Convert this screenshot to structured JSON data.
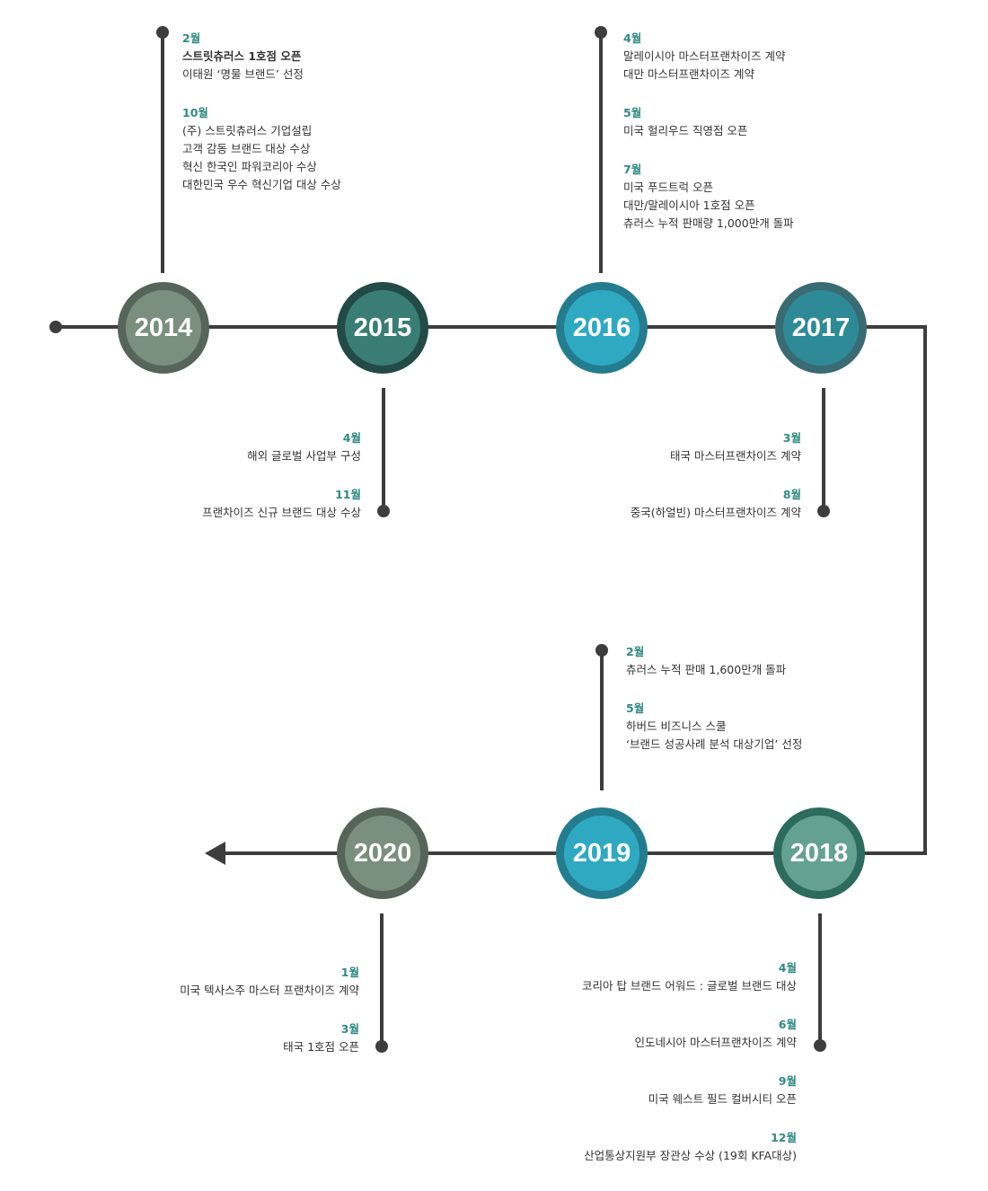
{
  "colors": {
    "line": "#3d3d3d",
    "month": "#2f8a82",
    "c2014_fill": "#7a8f7d",
    "c2014_ring": "#56655a",
    "c2015_fill": "#3a7d74",
    "c2015_ring": "#224a46",
    "c2016_fill": "#2fa9c1",
    "c2016_ring": "#237d8f",
    "c2017_fill": "#2d8a96",
    "c2017_ring": "#3a6b73",
    "c2018_fill": "#64a193",
    "c2018_ring": "#2d6b5e",
    "c2019_fill": "#2fa9c1",
    "c2019_ring": "#237d8f",
    "c2020_fill": "#7a8f7d",
    "c2020_ring": "#56655a"
  },
  "years": {
    "y2014": "2014",
    "y2015": "2015",
    "y2016": "2016",
    "y2017": "2017",
    "y2018": "2018",
    "y2019": "2019",
    "y2020": "2020"
  },
  "events": {
    "y2014": [
      {
        "month": "2월",
        "items": [
          "스트릿츄러스 1호점 오픈",
          "이태원 ‘명물 브랜드’ 선정"
        ]
      },
      {
        "month": "10월",
        "items": [
          "(주) 스트릿츄러스 기업설립",
          "고객 감동 브랜드 대상 수상",
          "혁신 한국인 파워코리아 수상",
          "대한민국 우수 혁신기업 대상 수상"
        ]
      }
    ],
    "y2015": [
      {
        "month": "4월",
        "items": [
          "해외 글로벌 사업부 구성"
        ]
      },
      {
        "month": "11월",
        "items": [
          "프랜차이즈 신규 브랜드 대상 수상"
        ]
      }
    ],
    "y2016": [
      {
        "month": "4월",
        "items": [
          "말레이시아 마스터프랜차이즈 계약",
          "대만 마스터프랜차이즈 계약"
        ]
      },
      {
        "month": "5월",
        "items": [
          "미국 헐리우드 직영점 오픈"
        ]
      },
      {
        "month": "7월",
        "items": [
          "미국 푸드트럭 오픈",
          "대만/말레이시아 1호점 오픈",
          "츄러스 누적 판매량 1,000만개 돌파"
        ]
      }
    ],
    "y2017": [
      {
        "month": "3월",
        "items": [
          "태국 마스터프랜차이즈 계약"
        ]
      },
      {
        "month": "8월",
        "items": [
          "중국(하얼빈) 마스터프랜차이즈 계약"
        ]
      }
    ],
    "y2019": [
      {
        "month": "2월",
        "items": [
          "츄러스 누적 판매 1,600만개 돌파"
        ]
      },
      {
        "month": "5월",
        "items": [
          "하버드 비즈니스 스쿨",
          "‘브랜드 성공사례 분석 대상기업’ 선정"
        ]
      }
    ],
    "y2018": [
      {
        "month": "4월",
        "items": [
          "코리아 탑 브랜드 어워드 : 글로벌 브랜드 대상"
        ]
      },
      {
        "month": "6월",
        "items": [
          "인도네시아 마스터프랜차이즈 계약"
        ]
      },
      {
        "month": "9월",
        "items": [
          "미국 웨스트 필드 컬버시티 오픈"
        ]
      },
      {
        "month": "12월",
        "items": [
          "산업통상지원부 장관상 수상 (19회 KFA대상)"
        ]
      }
    ],
    "y2020": [
      {
        "month": "1월",
        "items": [
          "미국 텍사스주 마스터 프랜차이즈 계약"
        ]
      },
      {
        "month": "3월",
        "items": [
          "태국 1호점 오픈"
        ]
      }
    ]
  }
}
